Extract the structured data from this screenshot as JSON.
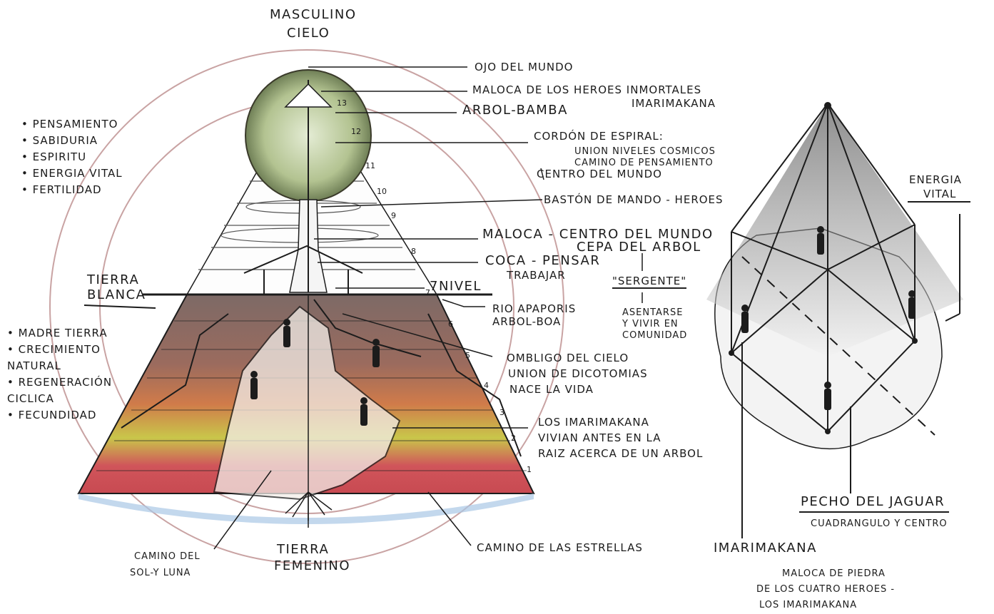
{
  "top_labels": {
    "masculino": "MASCULINO",
    "cielo": "CIELO"
  },
  "bottom_labels": {
    "tierra": "TIERRA",
    "femenino": "FEMENINO",
    "camino_sol": "CAMINO DEL",
    "camino_sol_2": "SOL-Y LUNA",
    "camino_estrellas": "CAMINO DE LAS ESTRELLAS"
  },
  "left_upper_list": [
    "PENSAMIENTO",
    "SABIDURIA",
    "ESPIRITU",
    "ENERGIA VITAL",
    "FERTILIDAD"
  ],
  "left_lower_list": [
    "MADRE TIERRA",
    "CRECIMIENTO NATURAL",
    "REGENERACIÓN CICLICA",
    "FECUNDIDAD"
  ],
  "tierra_blanca": [
    "TIERRA",
    "BLANCA"
  ],
  "right_annotations": {
    "ojo": "OJO DEL MUNDO",
    "maloca_heroes_1": "MALOCA DE LOS HEROES INMORTALES",
    "maloca_heroes_2": "IMARIMAKANA",
    "arbol_bamba": "ARBOL-BAMBA",
    "cordon": "CORDÓN DE ESPIRAL:",
    "union": "UNION NIVELES COSMICOS",
    "camino_pensamiento": "CAMINO DE PENSAMIENTO",
    "centro_mundo": "CENTRO DEL MUNDO",
    "baston": "BASTÓN DE MANDO - HEROES",
    "maloca_centro": "MALOCA - CENTRO DEL MUNDO",
    "cepa": "CEPA DEL ARBOL",
    "coca": "COCA - PENSAR",
    "trabajar": "TRABAJAR",
    "sergente": "\"SERGENTE\"",
    "nivel7": "7NIVEL",
    "rio": "RIO APAPORIS",
    "arbol_boa": "ARBOL-BOA",
    "asentarse_1": "ASENTARSE",
    "asentarse_2": "Y VIVIR EN",
    "asentarse_3": "COMUNIDAD",
    "ombligo": "OMBLIGO DEL CIELO",
    "dicotomias": "UNION DE DICOTOMIAS",
    "nace": "NACE LA VIDA",
    "imarimakana_1": "LOS IMARIMAKANA",
    "imarimakana_2": "VIVIAN ANTES EN LA",
    "imarimakana_3": "RAIZ ACERCA DE UN ARBOL"
  },
  "levels": [
    "1",
    "2",
    "3",
    "4",
    "5",
    "6",
    "7",
    "8",
    "9",
    "10",
    "11",
    "12",
    "13"
  ],
  "right_diagram": {
    "energia_1": "ENERGIA",
    "energia_2": "VITAL",
    "pecho": "PECHO DEL JAGUAR",
    "cuadrangulo": "CUADRANGULO Y CENTRO",
    "imarimakana": "IMARIMAKANA",
    "maloca_1": "MALOCA DE PIEDRA",
    "maloca_2": "DE LOS CUATRO HEROES -",
    "maloca_3": "LOS IMARIMAKANA"
  },
  "colors": {
    "ink": "#1c1c1c",
    "earth_brown": "#8a5a4a",
    "earth_red": "#c2444a",
    "earth_yellow": "#c8c23a",
    "river_blue": "#7aa6d6",
    "tree_green": "#9fb37a",
    "circle_pink": "#c9a3a3"
  }
}
